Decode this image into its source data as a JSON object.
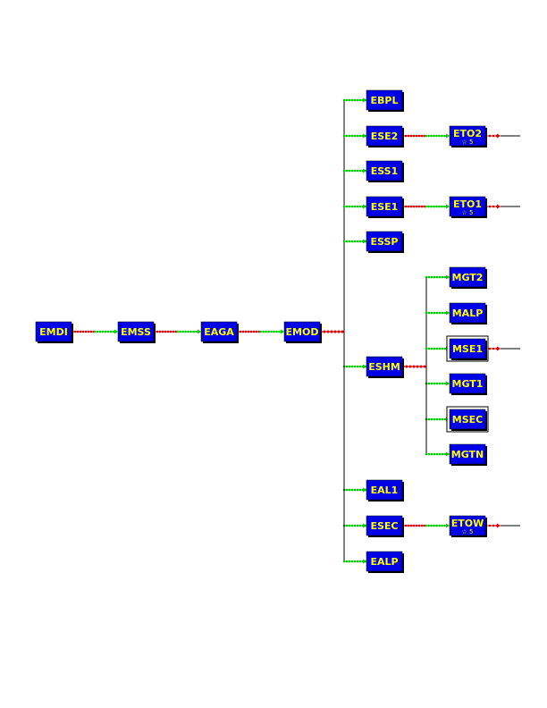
{
  "colors": {
    "node_fill": "#0000e6",
    "node_shadow": "#000000",
    "label": "#ffff00",
    "connector_green": "#00cc00",
    "connector_red": "#dd0000",
    "line": "#000000"
  },
  "nodes": [
    {
      "id": "EMDI",
      "label": "EMDI"
    },
    {
      "id": "EMSS",
      "label": "EMSS"
    },
    {
      "id": "EAGA",
      "label": "EAGA"
    },
    {
      "id": "EMOD",
      "label": "EMOD"
    },
    {
      "id": "EBPL",
      "label": "EBPL"
    },
    {
      "id": "ESE2",
      "label": "ESE2"
    },
    {
      "id": "ESS1",
      "label": "ESS1"
    },
    {
      "id": "ESE1",
      "label": "ESE1"
    },
    {
      "id": "ESSP",
      "label": "ESSP"
    },
    {
      "id": "ESHM",
      "label": "ESHM"
    },
    {
      "id": "EAL1",
      "label": "EAL1"
    },
    {
      "id": "ESEC",
      "label": "ESEC"
    },
    {
      "id": "EALP",
      "label": "EALP"
    },
    {
      "id": "ETO2",
      "label": "ETO2",
      "sub": "☆ 5"
    },
    {
      "id": "ETO1",
      "label": "ETO1",
      "sub": "☆ 5"
    },
    {
      "id": "ETOW",
      "label": "ETOW",
      "sub": "☆ 5"
    },
    {
      "id": "MGT2",
      "label": "MGT2"
    },
    {
      "id": "MALP",
      "label": "MALP"
    },
    {
      "id": "MSE1",
      "label": "MSE1",
      "framed": true
    },
    {
      "id": "MGT1",
      "label": "MGT1"
    },
    {
      "id": "MSEC",
      "label": "MSEC",
      "framed": true
    },
    {
      "id": "MGTN",
      "label": "MGTN"
    }
  ],
  "edges": [
    {
      "from": "EMDI",
      "to": "EMSS"
    },
    {
      "from": "EMSS",
      "to": "EAGA"
    },
    {
      "from": "EAGA",
      "to": "EMOD"
    },
    {
      "from": "EMOD",
      "to": "EBPL"
    },
    {
      "from": "EMOD",
      "to": "ESE2"
    },
    {
      "from": "EMOD",
      "to": "ESS1"
    },
    {
      "from": "EMOD",
      "to": "ESE1"
    },
    {
      "from": "EMOD",
      "to": "ESSP"
    },
    {
      "from": "EMOD",
      "to": "ESHM"
    },
    {
      "from": "EMOD",
      "to": "EAL1"
    },
    {
      "from": "EMOD",
      "to": "ESEC"
    },
    {
      "from": "EMOD",
      "to": "EALP"
    },
    {
      "from": "ESE2",
      "to": "ETO2"
    },
    {
      "from": "ESE1",
      "to": "ETO1"
    },
    {
      "from": "ESEC",
      "to": "ETOW"
    },
    {
      "from": "ESHM",
      "to": "MGT2"
    },
    {
      "from": "ESHM",
      "to": "MALP"
    },
    {
      "from": "ESHM",
      "to": "MSE1"
    },
    {
      "from": "ESHM",
      "to": "MGT1"
    },
    {
      "from": "ESHM",
      "to": "MSEC"
    },
    {
      "from": "ESHM",
      "to": "MGTN"
    }
  ],
  "continuations": [
    "ETO2",
    "ETO1",
    "MSE1",
    "ETOW"
  ]
}
